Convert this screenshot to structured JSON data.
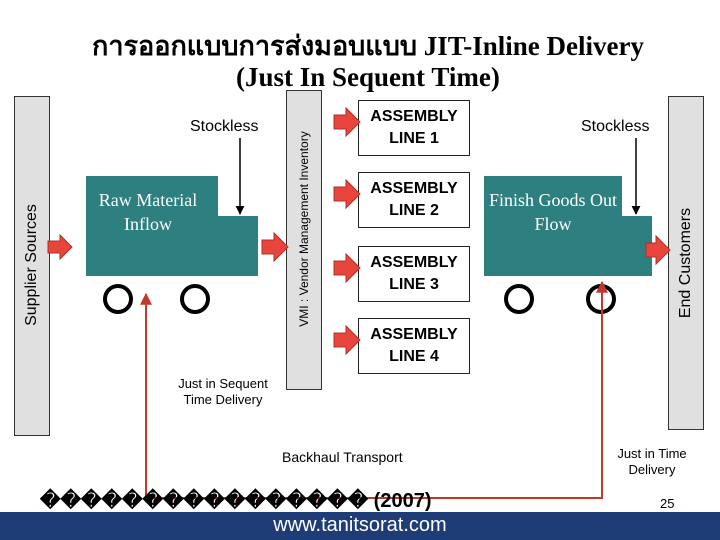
{
  "title": {
    "line1": "การออกแบบการส่งมอบแบบ  JIT-Inline Delivery",
    "line2": "(Just In Sequent Time)"
  },
  "side_labels": {
    "supplier": "Supplier Sources",
    "vmi": "VMI : Vendor Management Inventory",
    "customers": "End Customers"
  },
  "stockless_left": "Stockless",
  "stockless_right": "Stockless",
  "raw_material": "Raw Material Inflow",
  "finish_goods": "Finish Goods Out Flow",
  "assembly_lines": [
    "ASSEMBLY LINE 1",
    "ASSEMBLY LINE 2",
    "ASSEMBLY LINE 3",
    "ASSEMBLY LINE 4"
  ],
  "just_in_sequent": "Just in Sequent Time Delivery",
  "backhaul": "Backhaul Transport",
  "just_in_time": "Just in Time Delivery",
  "credit": "���������������� (2007)",
  "page_number": "25",
  "footer_url": "www.tanitsorat.com",
  "colors": {
    "arrow": "#e8453c",
    "truck": "#2e7f7f",
    "footer": "#1e3d77",
    "flow_line": "#c0392b"
  }
}
